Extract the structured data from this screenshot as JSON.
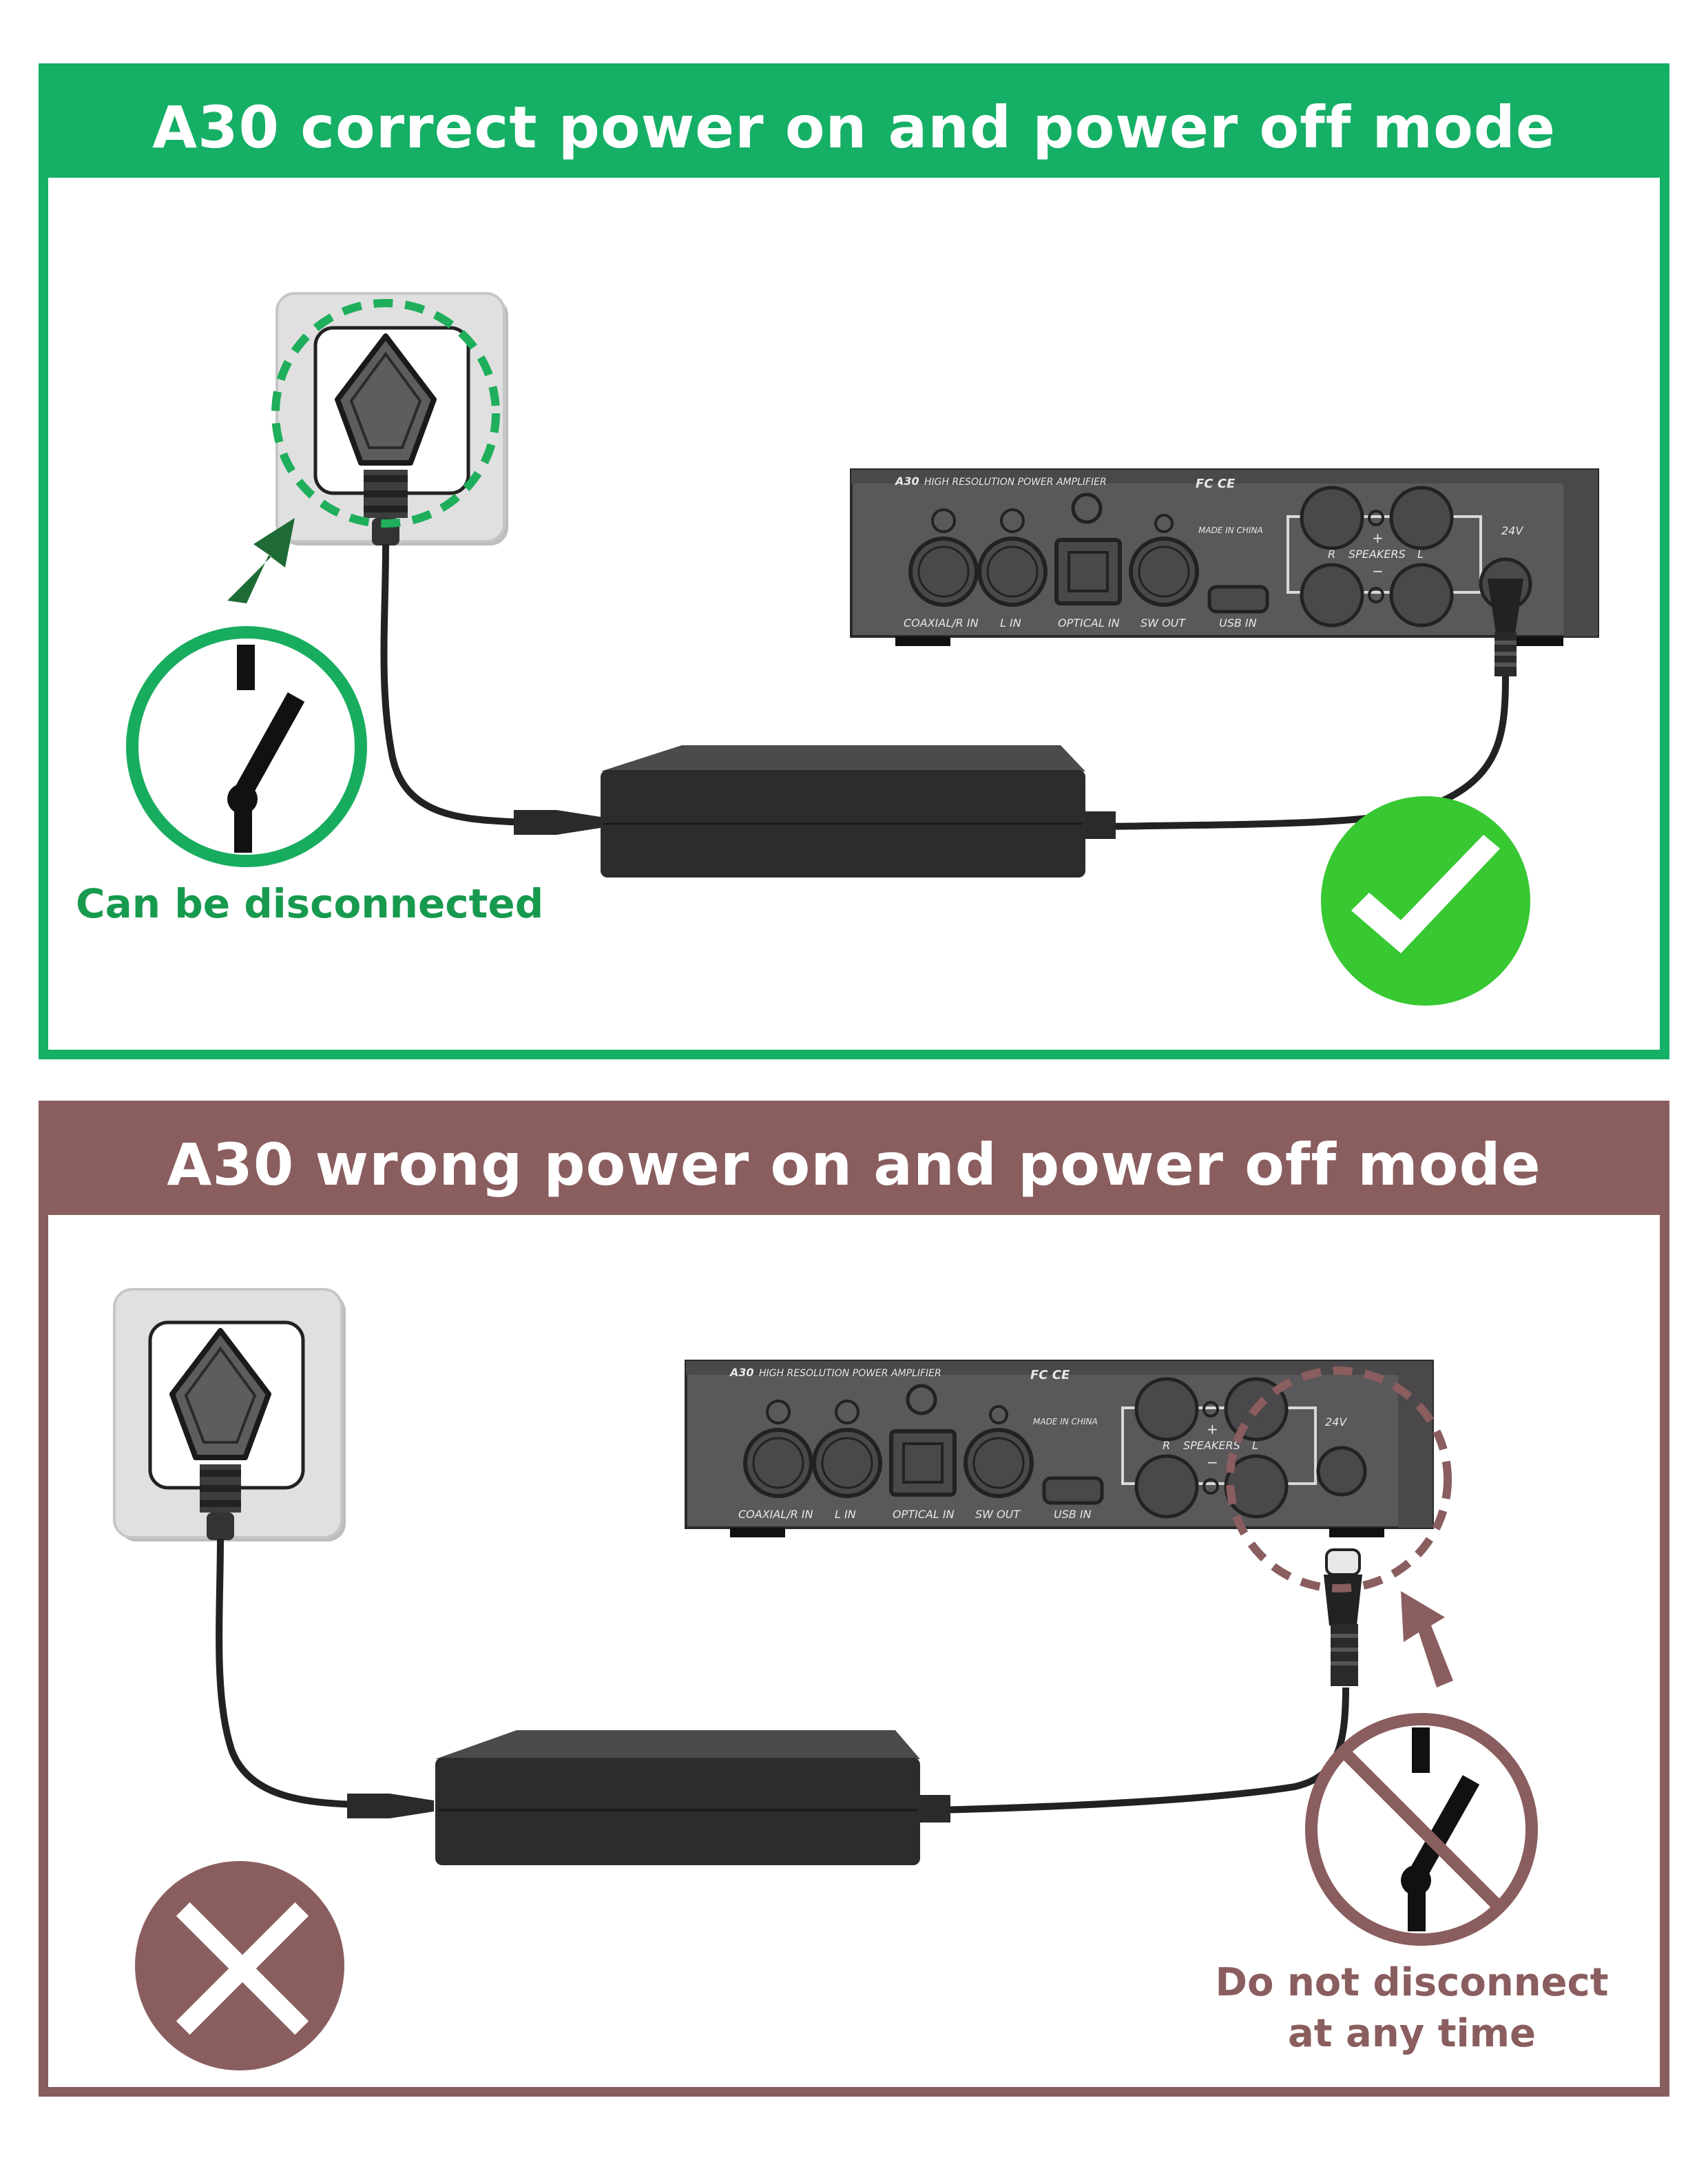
{
  "panels": {
    "correct": {
      "title": "A30 correct power on and power off mode",
      "caption": "Can be disconnected",
      "color": "#15af66",
      "caption_color": "#179a4e",
      "check_color": "#37c832"
    },
    "wrong": {
      "title": "A30 wrong power on and power off mode",
      "caption_line1": "Do not disconnect",
      "caption_line2": "at any time",
      "color": "#8a5d5e"
    }
  },
  "amplifier": {
    "brand": "A30",
    "model_text": "HIGH RESOLUTION POWER AMPLIFIER",
    "made_in": "MADE IN CHINA",
    "cert": "FC CE",
    "speakers": "SPEAKERS",
    "r": "R",
    "l": "L",
    "plus": "+",
    "minus": "−",
    "voltage": "24V",
    "port_labels": [
      "COAXIAL/R IN",
      "L IN",
      "OPTICAL IN",
      "SW OUT",
      "USB IN"
    ]
  }
}
